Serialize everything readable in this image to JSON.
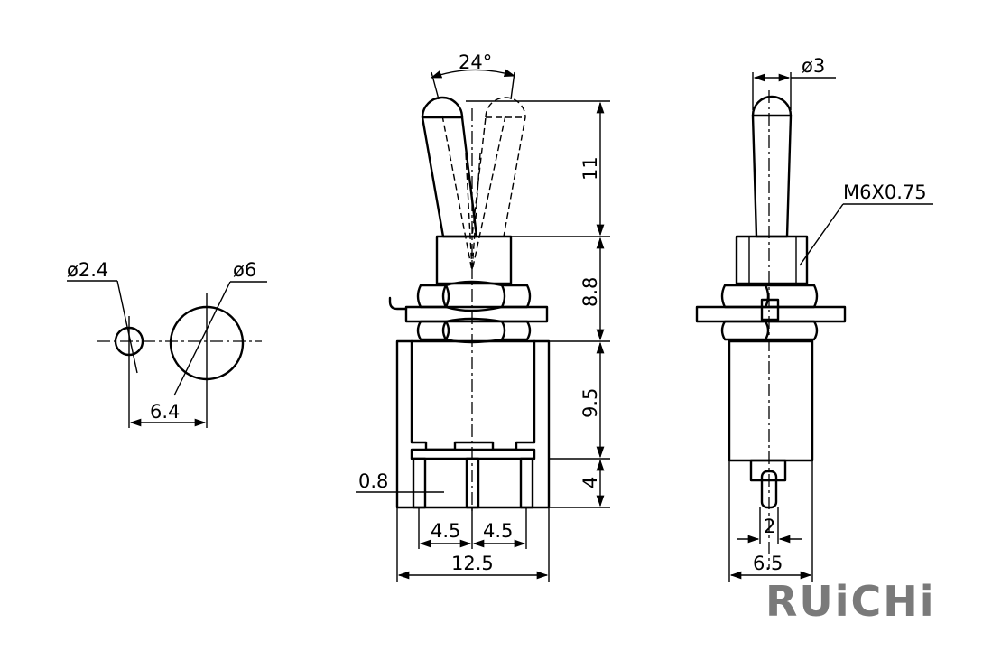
{
  "brand": {
    "logo_text": "RUiCHi",
    "logo_color": "#7a7a7a"
  },
  "hole_view": {
    "small_hole_dia": "ø2.4",
    "large_hole_dia": "ø6",
    "hole_spacing": "6.4"
  },
  "front_view": {
    "throw_angle": "24°",
    "lever_height": "11",
    "bushing_height": "8.8",
    "body_height": "9.5",
    "terminal_length": "4",
    "terminal_width": "0.8",
    "pitch_left": "4.5",
    "pitch_right": "4.5",
    "body_width": "12.5"
  },
  "side_view": {
    "lever_dia": "ø3",
    "thread_spec": "M6X0.75",
    "terminal_thickness": "2",
    "body_depth": "6.5"
  }
}
